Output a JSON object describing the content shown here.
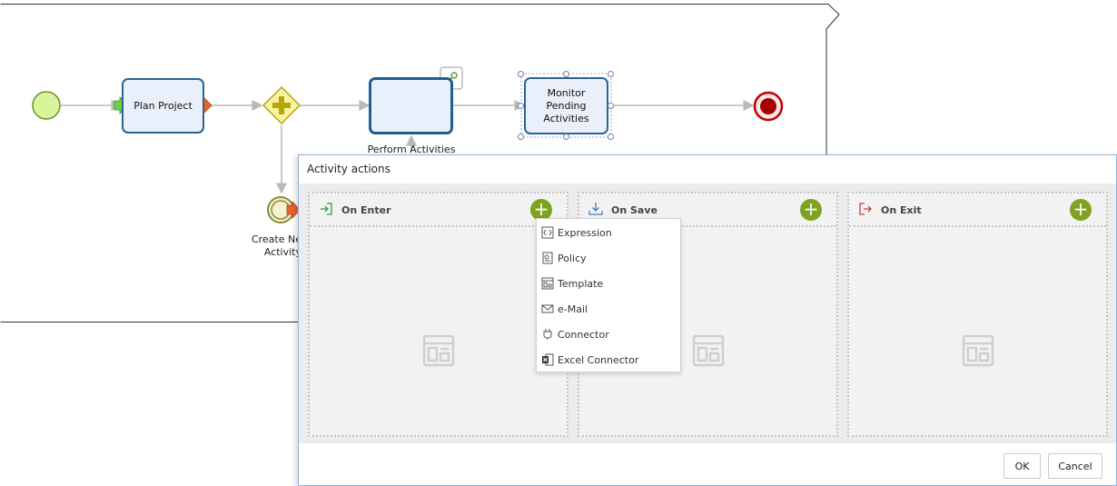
{
  "diagram": {
    "nodes": {
      "plan_project": "Plan Project",
      "perform_activities": "Perform Activities",
      "monitor_pending": "Monitor Pending Activities",
      "create_new_activity_line1": "Create Ne",
      "create_new_activity_line2": "Activity"
    }
  },
  "dialog": {
    "title": "Activity actions",
    "panels": [
      {
        "title": "On Enter",
        "icon": "enter-icon"
      },
      {
        "title": "On Save",
        "icon": "download-icon"
      },
      {
        "title": "On Exit",
        "icon": "exit-icon"
      }
    ],
    "ok_label": "OK",
    "cancel_label": "Cancel"
  },
  "menu": {
    "items": [
      {
        "label": "Expression",
        "icon": "expression-icon"
      },
      {
        "label": "Policy",
        "icon": "policy-icon"
      },
      {
        "label": "Template",
        "icon": "template-icon"
      },
      {
        "label": "e-Mail",
        "icon": "email-icon"
      },
      {
        "label": "Connector",
        "icon": "connector-icon"
      },
      {
        "label": "Excel Connector",
        "icon": "excel-icon"
      }
    ]
  },
  "colors": {
    "accent_green": "#7fa320",
    "task_border": "#2a6496",
    "end_event": "#c00000",
    "start_event": "#d9f59c"
  }
}
